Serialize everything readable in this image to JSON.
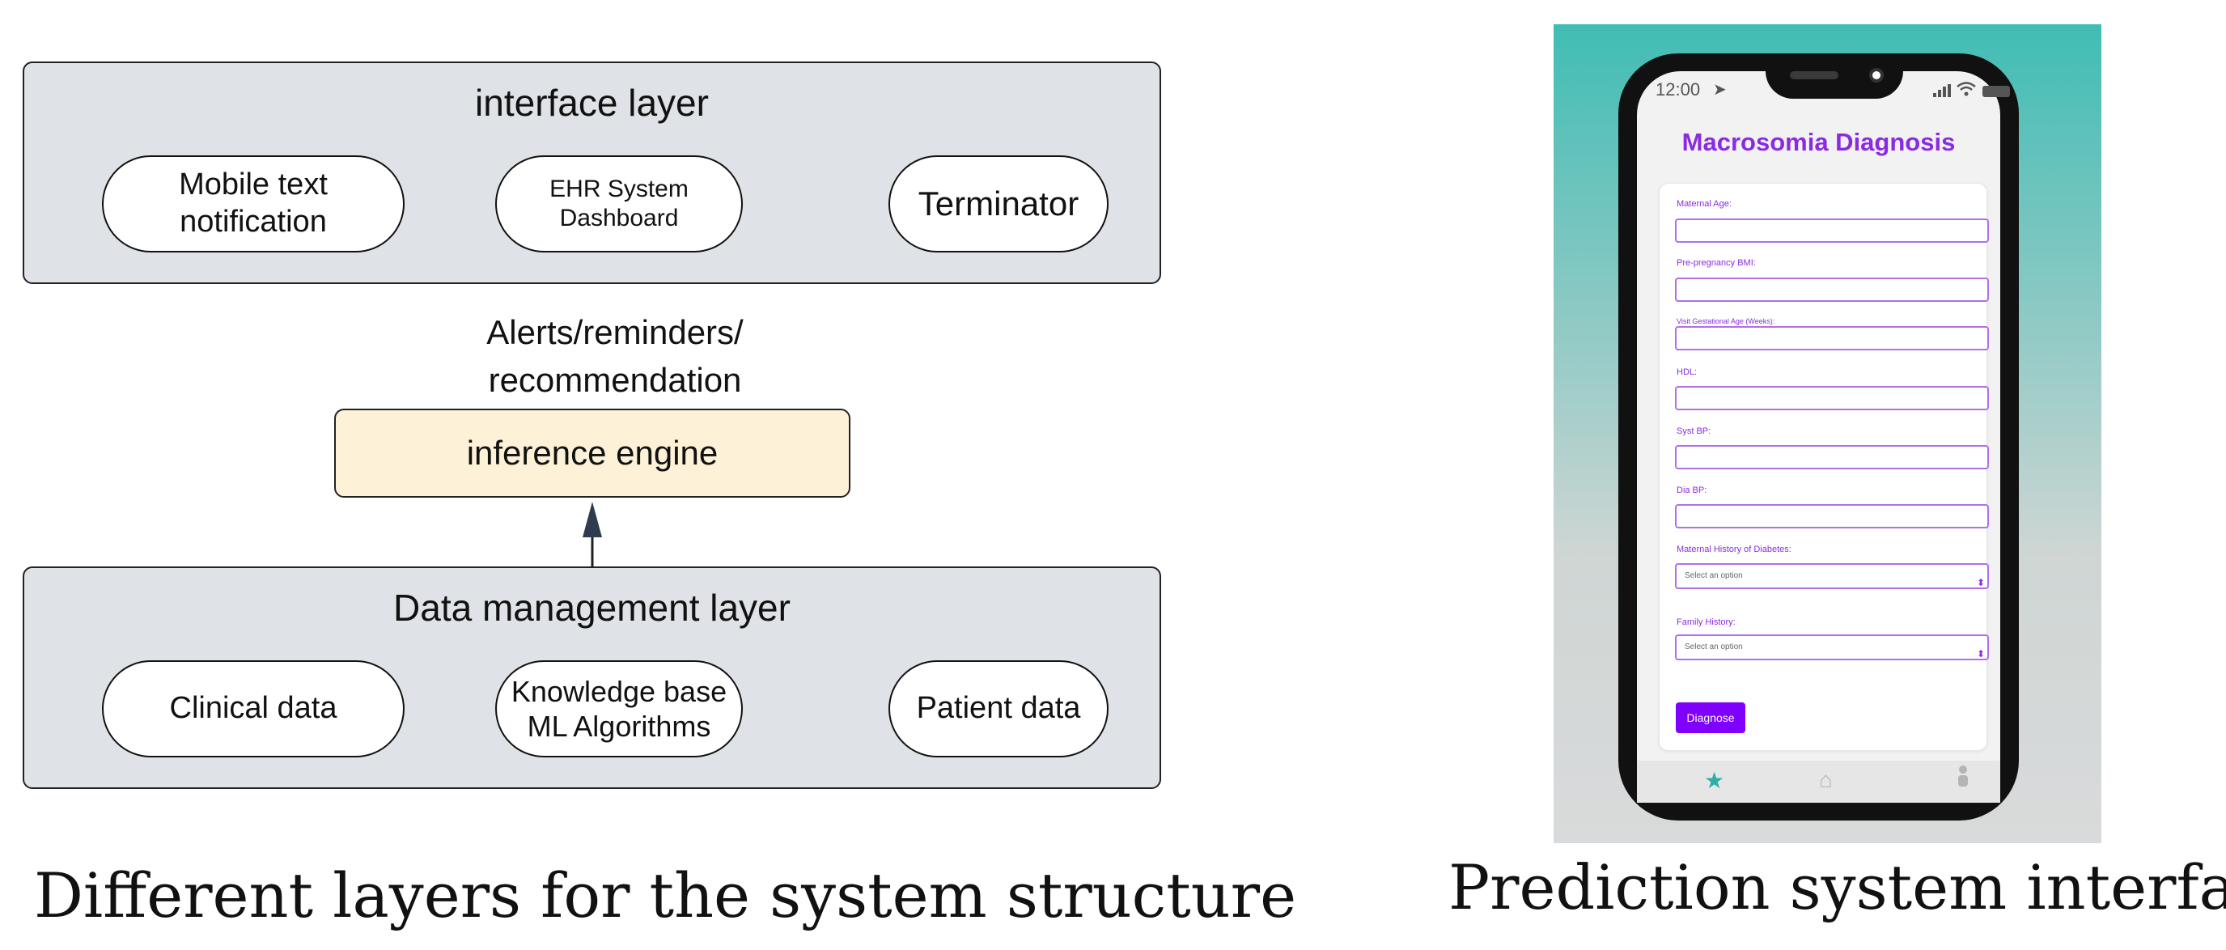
{
  "diagram": {
    "interface_layer": {
      "title": "interface layer",
      "items": [
        "Mobile text notification",
        "EHR System\nDashboard",
        "Terminator"
      ]
    },
    "alerts_label": "Alerts/reminders/\nrecommendation",
    "inference_engine": "inference engine",
    "data_layer": {
      "title": "Data management layer",
      "items": [
        "Clinical data",
        "Knowledge base\nML Algorithms",
        "Patient data"
      ]
    },
    "caption": "Different layers for the system structure"
  },
  "phone": {
    "status_time": "12:00",
    "app_title": "Macrosomia Diagnosis",
    "fields": [
      {
        "label": "Maternal Age:"
      },
      {
        "label": "Pre-pregnancy BMI:"
      },
      {
        "label": "Visit Gestational Age (Weeks):"
      },
      {
        "label": "HDL:"
      },
      {
        "label": "Syst BP:"
      },
      {
        "label": "Dia BP:"
      }
    ],
    "selects": [
      {
        "label": "Maternal History of Diabetes:",
        "value": "Select an option"
      },
      {
        "label": "Family History:",
        "value": "Select an option"
      }
    ],
    "button": "Diagnose",
    "caption": "Prediction system interface",
    "colors": {
      "accent": "#8a2be2",
      "button": "#8000ff",
      "teal": "#2ab0a6"
    }
  }
}
